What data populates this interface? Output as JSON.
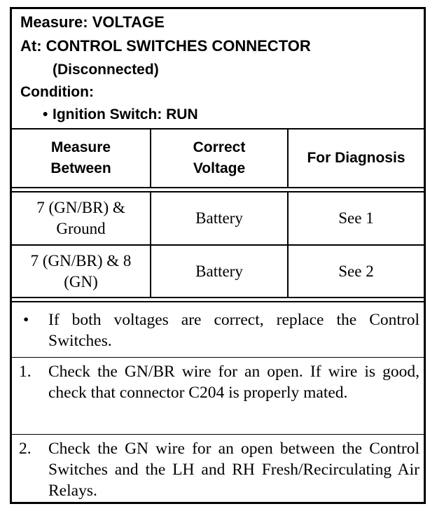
{
  "header": {
    "measure": "Measure: VOLTAGE",
    "at": "At: CONTROL SWITCHES CONNECTOR",
    "at_note": "(Disconnected)",
    "condition_label": "Condition:",
    "condition_item": "Ignition Switch: RUN",
    "bullet": "•"
  },
  "table": {
    "columns": [
      {
        "line1": "Measure",
        "line2": "Between"
      },
      {
        "line1": "Correct",
        "line2": "Voltage"
      },
      {
        "line1": "For Diagnosis",
        "line2": ""
      }
    ],
    "rows": [
      {
        "between_1": "7 (GN/BR) &",
        "between_2": "Ground",
        "voltage": "Battery",
        "diagnosis": "See 1"
      },
      {
        "between_1": "7 (GN/BR) & 8",
        "between_2": "(GN)",
        "voltage": "Battery",
        "diagnosis": "See 2"
      }
    ]
  },
  "notes": [
    {
      "marker": "•",
      "text": "If both voltages are correct, replace the Control Switches."
    },
    {
      "marker": "1.",
      "text": "Check the GN/BR wire for an open. If wire is good, check that connector C204 is properly mated."
    },
    {
      "marker": "2.",
      "text": "Check the GN wire for an open between the Control Switches and the LH and RH Fresh/Recirculating Air Relays."
    }
  ]
}
